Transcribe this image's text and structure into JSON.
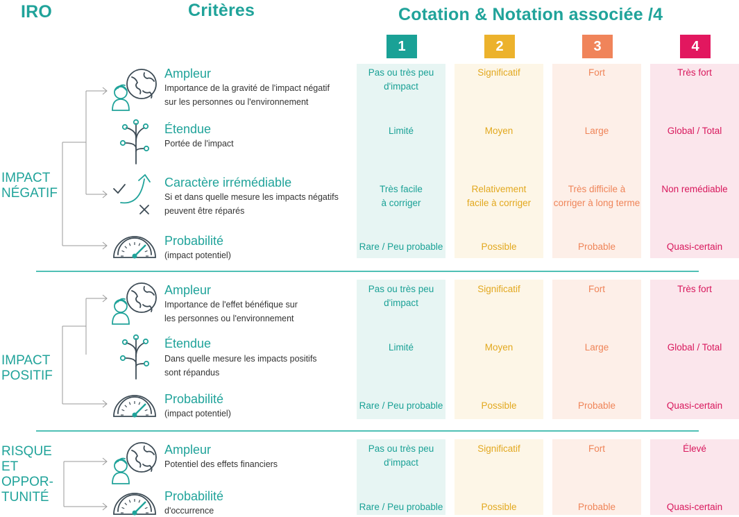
{
  "header": {
    "iro": "IRO",
    "criteres": "Critères",
    "cotation": "Cotation & Notation associée /4"
  },
  "levels": [
    {
      "label": "1",
      "color": "#1aa196",
      "bg": "#e7f5f3",
      "text": "#1aa196"
    },
    {
      "label": "2",
      "color": "#ecb22c",
      "bg": "#fdf6e7",
      "text": "#e2a81e"
    },
    {
      "label": "3",
      "color": "#f0845a",
      "bg": "#fdefe8",
      "text": "#ef8458"
    },
    {
      "label": "4",
      "color": "#e2175f",
      "bg": "#fbe6ec",
      "text": "#d8175c"
    }
  ],
  "groups": [
    {
      "label_lines": [
        "IMPACT",
        "NÉGATIF"
      ],
      "criteria": [
        {
          "title": "Ampleur",
          "desc": [
            "Importance de la gravité de l'impact négatif",
            "sur les personnes ou l'environnement"
          ],
          "icon": "person-globe-icon",
          "cells": [
            [
              "Pas ou très peu",
              "d'impact"
            ],
            [
              "Significatif"
            ],
            [
              "Fort"
            ],
            [
              "Très fort"
            ]
          ]
        },
        {
          "title": "Étendue",
          "desc": [
            "Portée de l'impact"
          ],
          "icon": "branches-icon",
          "cells": [
            [
              "Limité"
            ],
            [
              "Moyen"
            ],
            [
              "Large"
            ],
            [
              "Global / Total"
            ]
          ]
        },
        {
          "title": "Caractère irrémédiable",
          "desc": [
            "Si et dans quelle mesure les impacts négatifs",
            "peuvent être réparés"
          ],
          "icon": "check-cross-arrow-icon",
          "cells": [
            [
              "Très facile",
              "à corriger"
            ],
            [
              "Relativement",
              "facile à corriger"
            ],
            [
              "Très difficile à",
              "corriger à long terme"
            ],
            [
              "Non remédiable"
            ]
          ]
        },
        {
          "title": "Probabilité",
          "desc": [
            "(impact potentiel)"
          ],
          "icon": "gauge-icon",
          "cells": [
            [
              "Rare / Peu probable"
            ],
            [
              "Possible"
            ],
            [
              "Probable"
            ],
            [
              "Quasi-certain"
            ]
          ]
        }
      ]
    },
    {
      "label_lines": [
        "IMPACT",
        "POSITIF"
      ],
      "criteria": [
        {
          "title": "Ampleur",
          "desc": [
            "Importance de l'effet bénéfique sur",
            "les personnes ou l'environnement"
          ],
          "icon": "person-globe-icon",
          "cells": [
            [
              "Pas ou très peu",
              "d'impact"
            ],
            [
              "Significatif"
            ],
            [
              "Fort"
            ],
            [
              "Très fort"
            ]
          ]
        },
        {
          "title": "Étendue",
          "desc": [
            "Dans quelle mesure les impacts positifs",
            "sont répandus"
          ],
          "icon": "branches-icon",
          "cells": [
            [
              "Limité"
            ],
            [
              "Moyen"
            ],
            [
              "Large"
            ],
            [
              "Global / Total"
            ]
          ]
        },
        {
          "title": "Probabilité",
          "desc": [
            "(impact potentiel)"
          ],
          "icon": "gauge-icon",
          "cells": [
            [
              "Rare / Peu probable"
            ],
            [
              "Possible"
            ],
            [
              "Probable"
            ],
            [
              "Quasi-certain"
            ]
          ]
        }
      ]
    },
    {
      "label_lines": [
        "RISQUE",
        "ET",
        "OPPOR-",
        "TUNITÉ"
      ],
      "criteria": [
        {
          "title": "Ampleur",
          "desc": [
            "Potentiel des effets financiers"
          ],
          "icon": "person-globe-icon",
          "cells": [
            [
              "Pas ou très peu",
              "d'impact"
            ],
            [
              "Significatif"
            ],
            [
              "Fort"
            ],
            [
              "Élevé"
            ]
          ]
        },
        {
          "title": "Probabilité",
          "desc": [
            "d'occurrence"
          ],
          "icon": "gauge-icon",
          "cells": [
            [
              "Rare / Peu probable"
            ],
            [
              "Possible"
            ],
            [
              "Probable"
            ],
            [
              "Quasi-certain"
            ]
          ]
        }
      ]
    }
  ]
}
